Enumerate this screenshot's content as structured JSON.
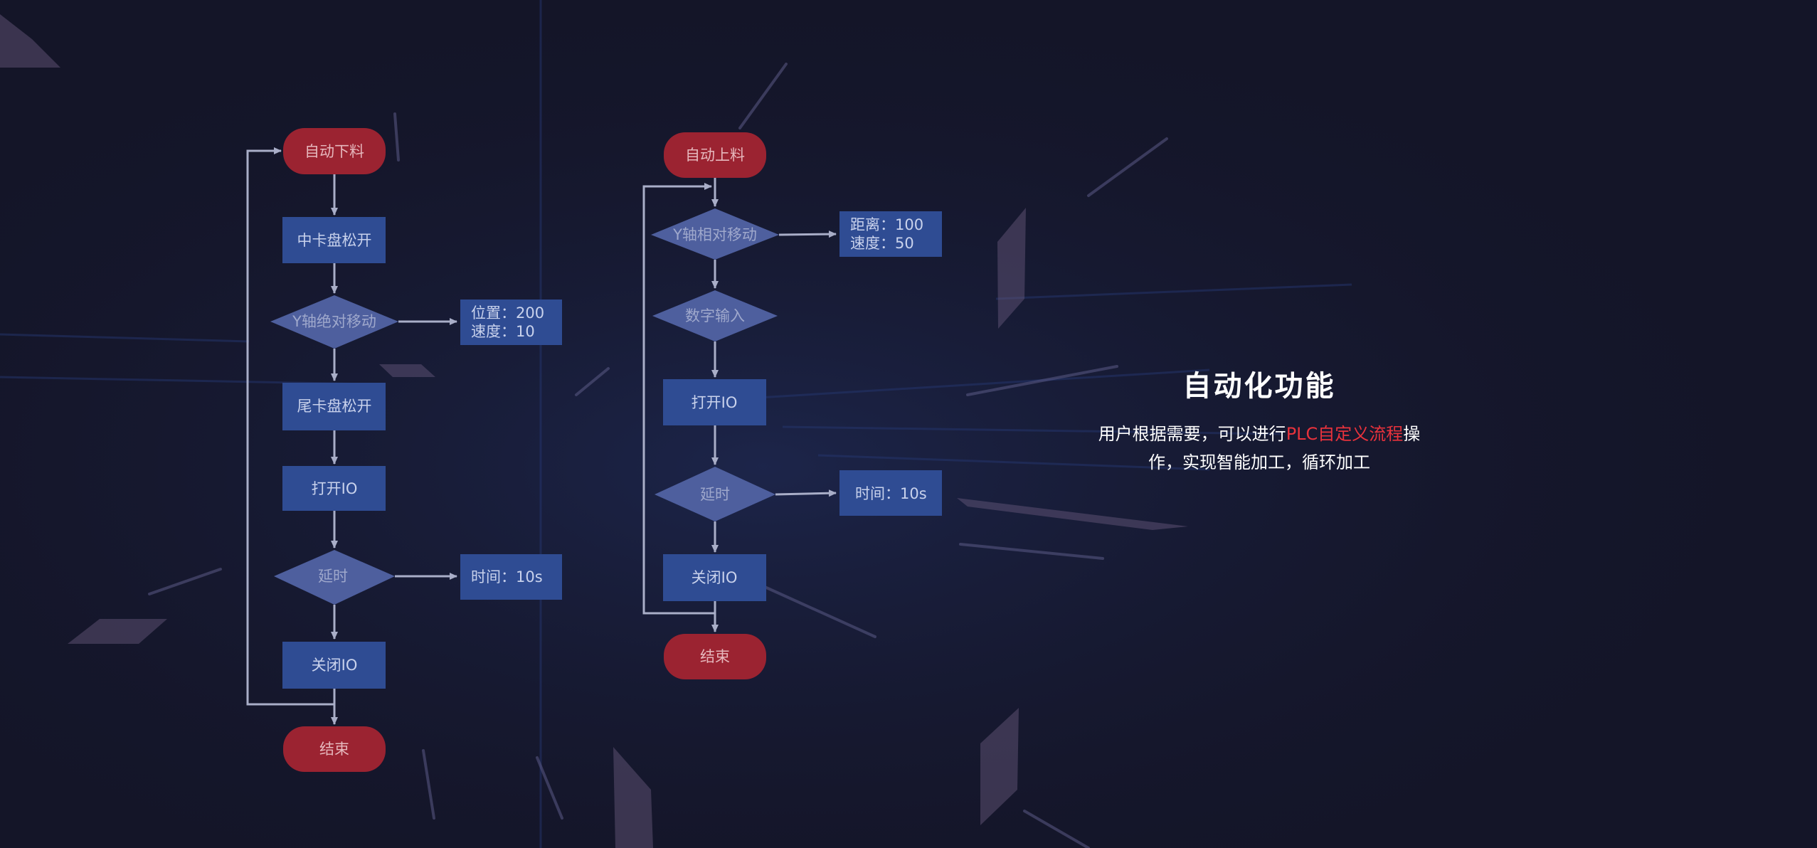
{
  "flow_left": {
    "start": "自动下料",
    "step1": "中卡盘松开",
    "decision1": "Y轴绝对移动",
    "param1_line1": "位置：200",
    "param1_line2": "速度：10",
    "step2": "尾卡盘松开",
    "step3": "打开IO",
    "decision2": "延时",
    "param2": "时间：10s",
    "step4": "关闭IO",
    "end": "结束"
  },
  "flow_right": {
    "start": "自动上料",
    "decision1": "Y轴相对移动",
    "param1_line1": "距离：100",
    "param1_line2": "速度：50",
    "decision2": "数字输入",
    "step1": "打开IO",
    "decision3": "延时",
    "param2": "时间：10s",
    "step2": "关闭IO",
    "end": "结束"
  },
  "feature": {
    "title": "自动化功能",
    "desc_part1": "用户根据需要，可以进行",
    "desc_highlight": "PLC自定义流程",
    "desc_part2": "操作，实现智能加工，循环加工"
  },
  "colors": {
    "terminal": "#9b2331",
    "process": "#2f4c93",
    "decision": "#4e5f9e",
    "connector": "#a9aec8",
    "highlight": "#e8323c"
  }
}
